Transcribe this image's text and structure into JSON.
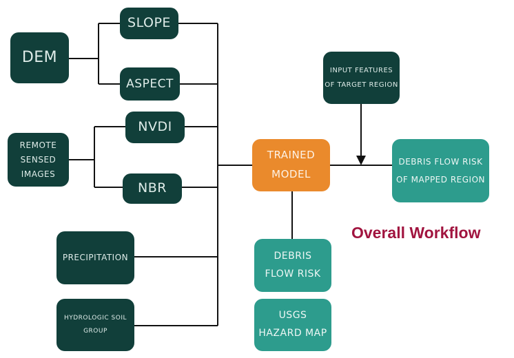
{
  "diagram": {
    "title": "Overall Workflow",
    "nodes": {
      "dem": "DEM",
      "slope": "SLOPE",
      "aspect": "ASPECT",
      "remote": "REMOTE\nSENSED\nIMAGES",
      "nvdi": "NVDI",
      "nbr": "NBR",
      "precipitation": "PRECIPITATION",
      "hydro": "HYDROLOGIC SOIL\nGROUP",
      "trained_model": "TRAINED\nMODEL",
      "input_features": "INPUT FEATURES\nOF TARGET REGION",
      "risk_mapped": "DEBRIS FLOW RISK\nOF MAPPED REGION",
      "debris_risk": "DEBRIS\nFLOW RISK",
      "usgs": "USGS\nHAZARD MAP"
    },
    "colors": {
      "dark_node": "#113f3a",
      "teal_node": "#2d9c8d",
      "model_node": "#ea8a2c",
      "connector": "#111111",
      "title": "#a1143f"
    }
  }
}
